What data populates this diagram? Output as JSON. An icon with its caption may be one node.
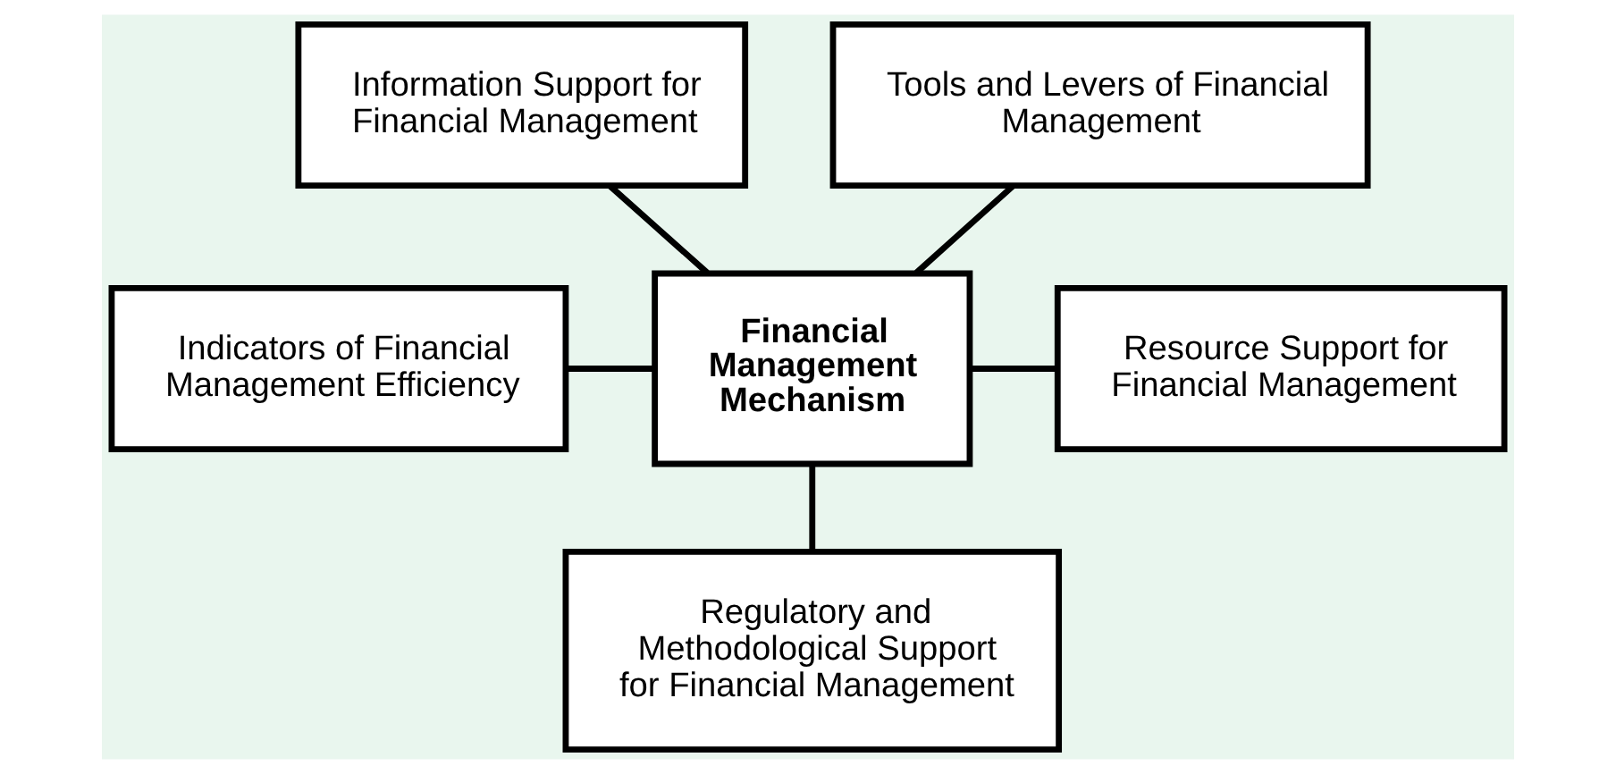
{
  "diagram": {
    "nodes": [
      {
        "text": [
          "Information Support for Financial Management"
        ]
      },
      {
        "text": [
          "Tools and Levers of Financial Management"
        ]
      },
      {
        "text": [
          "Indicators of Financial Management Efficiency"
        ]
      },
      {
        "text": [
          "Financial Management Mechanism"
        ]
      },
      {
        "text": [
          "Resource Support for Financial Management"
        ]
      },
      {
        "text": [
          "Regulatory and Methodological Support for Financial Management"
        ]
      }
    ],
    "edges": [
      {
        "from": 0,
        "to": 3,
        "arrow": "none"
      },
      {
        "from": 1,
        "to": 3,
        "arrow": "none"
      },
      {
        "from": 2,
        "to": 3,
        "arrow": "none"
      },
      {
        "from": 3,
        "to": 4,
        "arrow": "none"
      },
      {
        "from": 3,
        "to": 5,
        "arrow": "none"
      }
    ]
  }
}
